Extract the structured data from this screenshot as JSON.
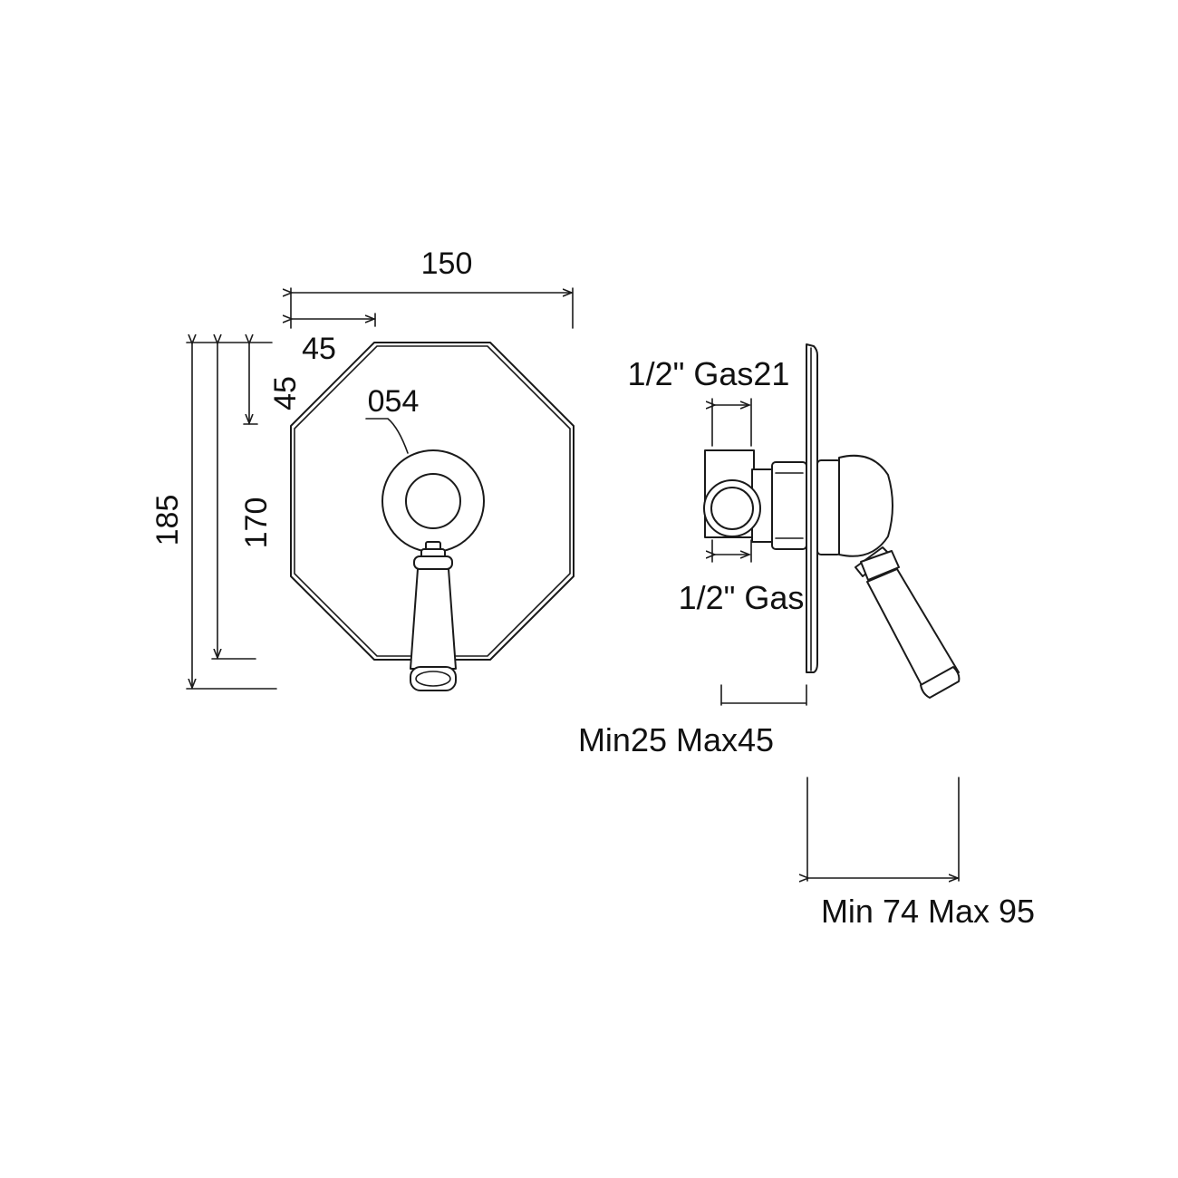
{
  "front_view": {
    "width_overall": "150",
    "width_chamfer": "45",
    "height_chamfer": "45",
    "knob_diameter": "054",
    "height_plate": "170",
    "height_overall": "185"
  },
  "side_view": {
    "pipe_top": "1/2\" Gas21",
    "pipe_bottom": "1/2\" Gas",
    "wall_depth": "Min25 Max45",
    "projection": "Min 74 Max 95"
  }
}
